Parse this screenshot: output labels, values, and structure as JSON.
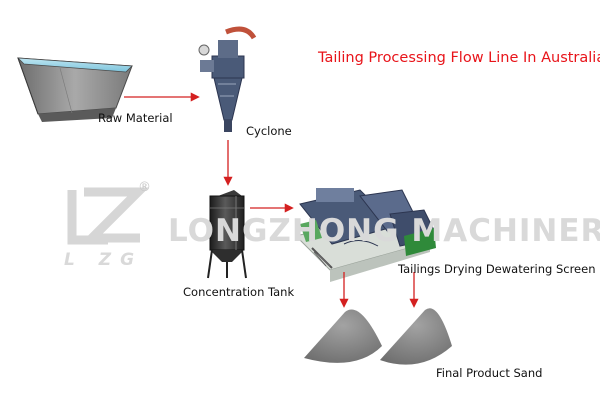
{
  "title": "Tailing Processing Flow Line In Australia",
  "labels": {
    "raw_material": "Raw Material",
    "cyclone": "Cyclone",
    "concentration_tank": "Concentration Tank",
    "dewatering_screen": "Tailings Drying Dewatering Screen",
    "final_product": "Final Product Sand"
  },
  "watermark": {
    "company": "LONGZHONG MACHINERY",
    "logo_letters": "L ZG",
    "registered_mark": "®"
  },
  "colors": {
    "title": "#e8141a",
    "arrow": "#d42020",
    "watermark": "#d9d9d9",
    "steel": "#4a5a78",
    "sand": "#8a8a8a"
  }
}
